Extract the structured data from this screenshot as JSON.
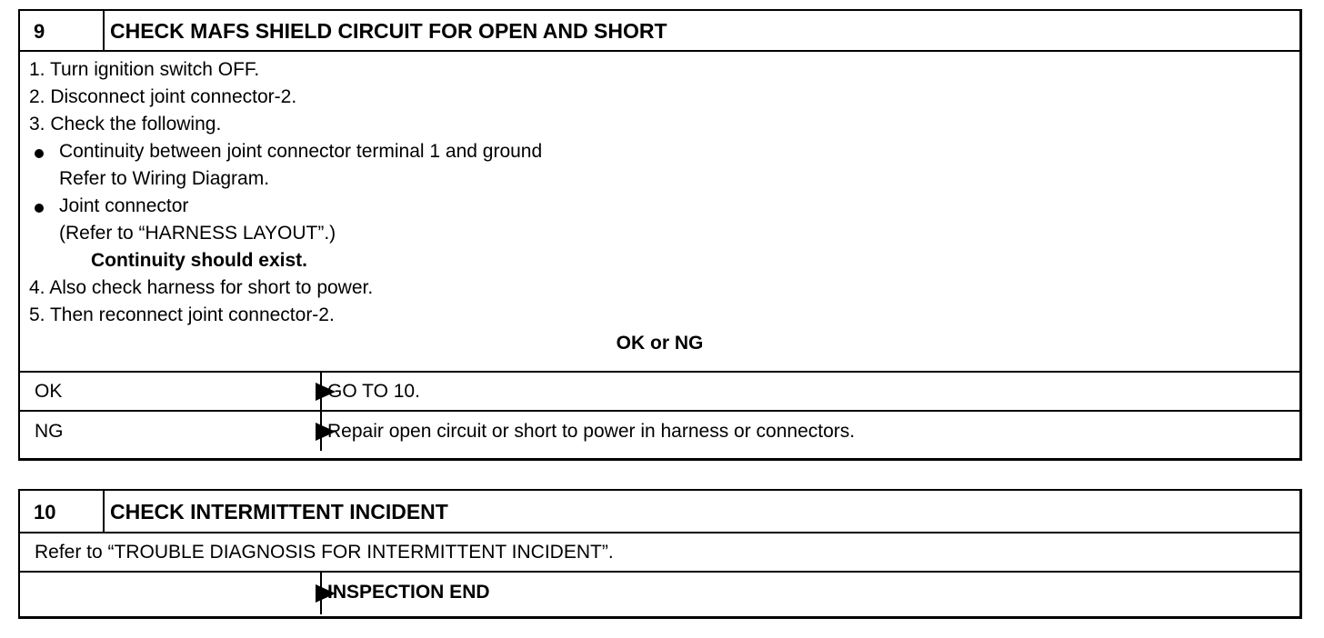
{
  "step9": {
    "number": "9",
    "title": "CHECK MAFS SHIELD CIRCUIT FOR OPEN AND SHORT",
    "lines": [
      "1. Turn ignition switch OFF.",
      "2. Disconnect joint connector-2.",
      "3. Check the following.",
      "Continuity between joint connector terminal 1 and ground",
      "Refer to Wiring Diagram.",
      "Joint connector",
      "(Refer to “HARNESS LAYOUT”.)",
      "Continuity should exist.",
      "4. Also check harness for short to power.",
      "5. Then reconnect joint connector-2."
    ],
    "ok_or_ng": "OK or NG",
    "results": [
      {
        "label": "OK",
        "action": "GO TO 10."
      },
      {
        "label": "NG",
        "action": "Repair open circuit or short to power in harness or connectors."
      }
    ]
  },
  "step10": {
    "number": "10",
    "title": "CHECK INTERMITTENT INCIDENT",
    "text": "Refer to “TROUBLE DIAGNOSIS FOR INTERMITTENT INCIDENT”.",
    "result": {
      "label": "",
      "action": "INSPECTION END"
    }
  },
  "icons": {
    "arrow": "right-triangle-arrow-icon",
    "bullet": "bullet-dot-icon"
  }
}
